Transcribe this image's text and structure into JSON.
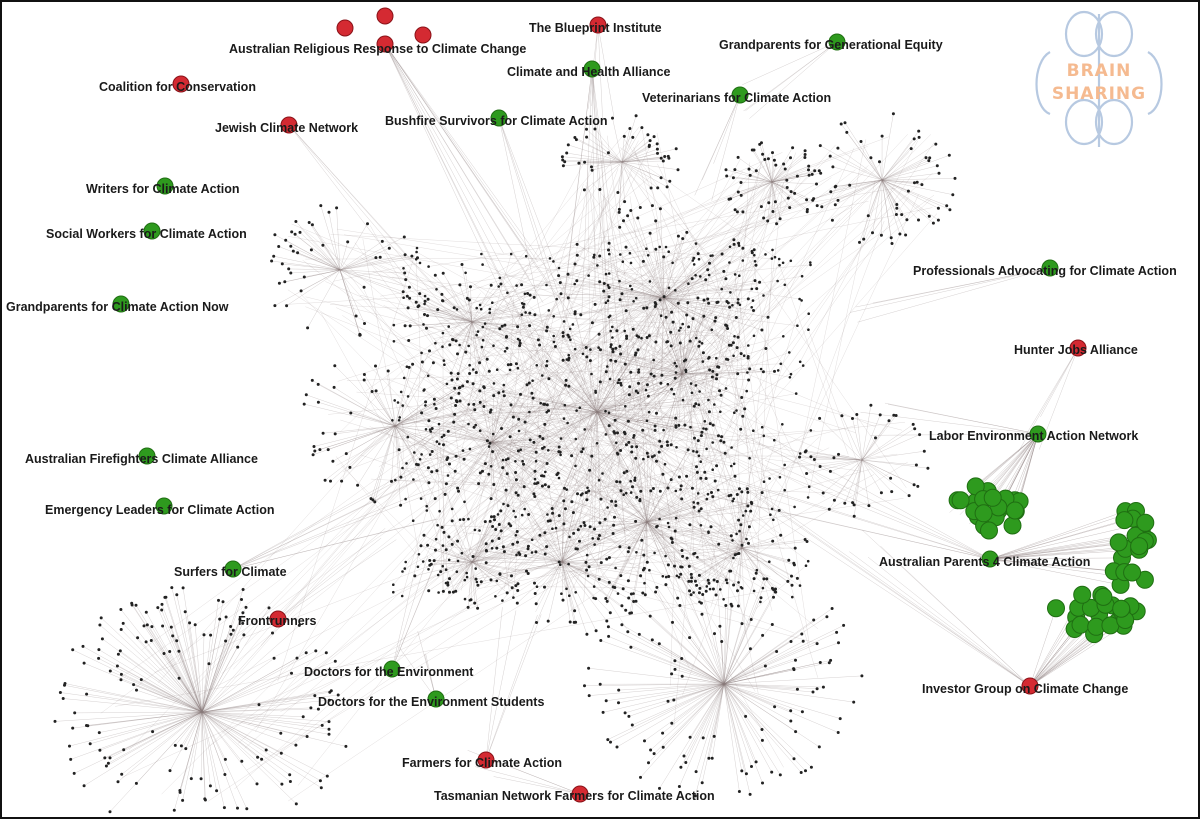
{
  "colors": {
    "green_node": "#2e9a1e",
    "green_stroke": "#1f6e12",
    "red_node": "#d42a32",
    "red_stroke": "#8a1218",
    "hub_dot": "#222222",
    "edge": "#8a7a7a",
    "logo_orange": "#f2a36b",
    "logo_blue": "#9fb8d8"
  },
  "logo": {
    "line1": "BRAIN",
    "line2": "SHARING",
    "icon": "brain-icon"
  },
  "nodes": {
    "blueprint_institute": {
      "label": "The Blueprint Institute",
      "group": "red"
    },
    "religious_response": {
      "label": "Australian Religious Response to Climate Change",
      "group": "red"
    },
    "grandparents_equity": {
      "label": "Grandparents for Generational Equity",
      "group": "green"
    },
    "climate_health": {
      "label": "Climate and Health Alliance",
      "group": "green"
    },
    "coalition_conservation": {
      "label": "Coalition for Conservation",
      "group": "red"
    },
    "veterinarians": {
      "label": "Veterinarians for Climate Action",
      "group": "green"
    },
    "jewish_network": {
      "label": "Jewish Climate Network",
      "group": "red"
    },
    "bushfire_survivors": {
      "label": "Bushfire Survivors for Climate Action",
      "group": "green"
    },
    "writers": {
      "label": "Writers for Climate Action",
      "group": "green"
    },
    "social_workers": {
      "label": "Social Workers for Climate Action",
      "group": "green"
    },
    "professionals": {
      "label": "Professionals Advocating for Climate Action",
      "group": "green"
    },
    "grandparents_now": {
      "label": "Grandparents for Climate Action Now",
      "group": "green"
    },
    "hunter_jobs": {
      "label": "Hunter Jobs Alliance",
      "group": "red"
    },
    "labor_env": {
      "label": "Labor Environment Action Network",
      "group": "green"
    },
    "firefighters": {
      "label": "Australian Firefighters Climate Alliance",
      "group": "green"
    },
    "emergency_leaders": {
      "label": "Emergency Leaders for Climate Action",
      "group": "green"
    },
    "parents": {
      "label": "Australian Parents 4 Climate Action",
      "group": "green"
    },
    "surfers": {
      "label": "Surfers for Climate",
      "group": "green"
    },
    "frontrunners": {
      "label": "Frontrunners",
      "group": "red"
    },
    "doctors_env": {
      "label": "Doctors for the Environment",
      "group": "green"
    },
    "investor_group": {
      "label": "Investor Group on Climate Change",
      "group": "red"
    },
    "doctors_students": {
      "label": "Doctors for the Environment Students",
      "group": "green"
    },
    "farmers": {
      "label": "Farmers for Climate Action",
      "group": "red"
    },
    "tasmanian_farmers": {
      "label": "Tasmanian Network Farmers for Climate Action",
      "group": "red"
    }
  }
}
